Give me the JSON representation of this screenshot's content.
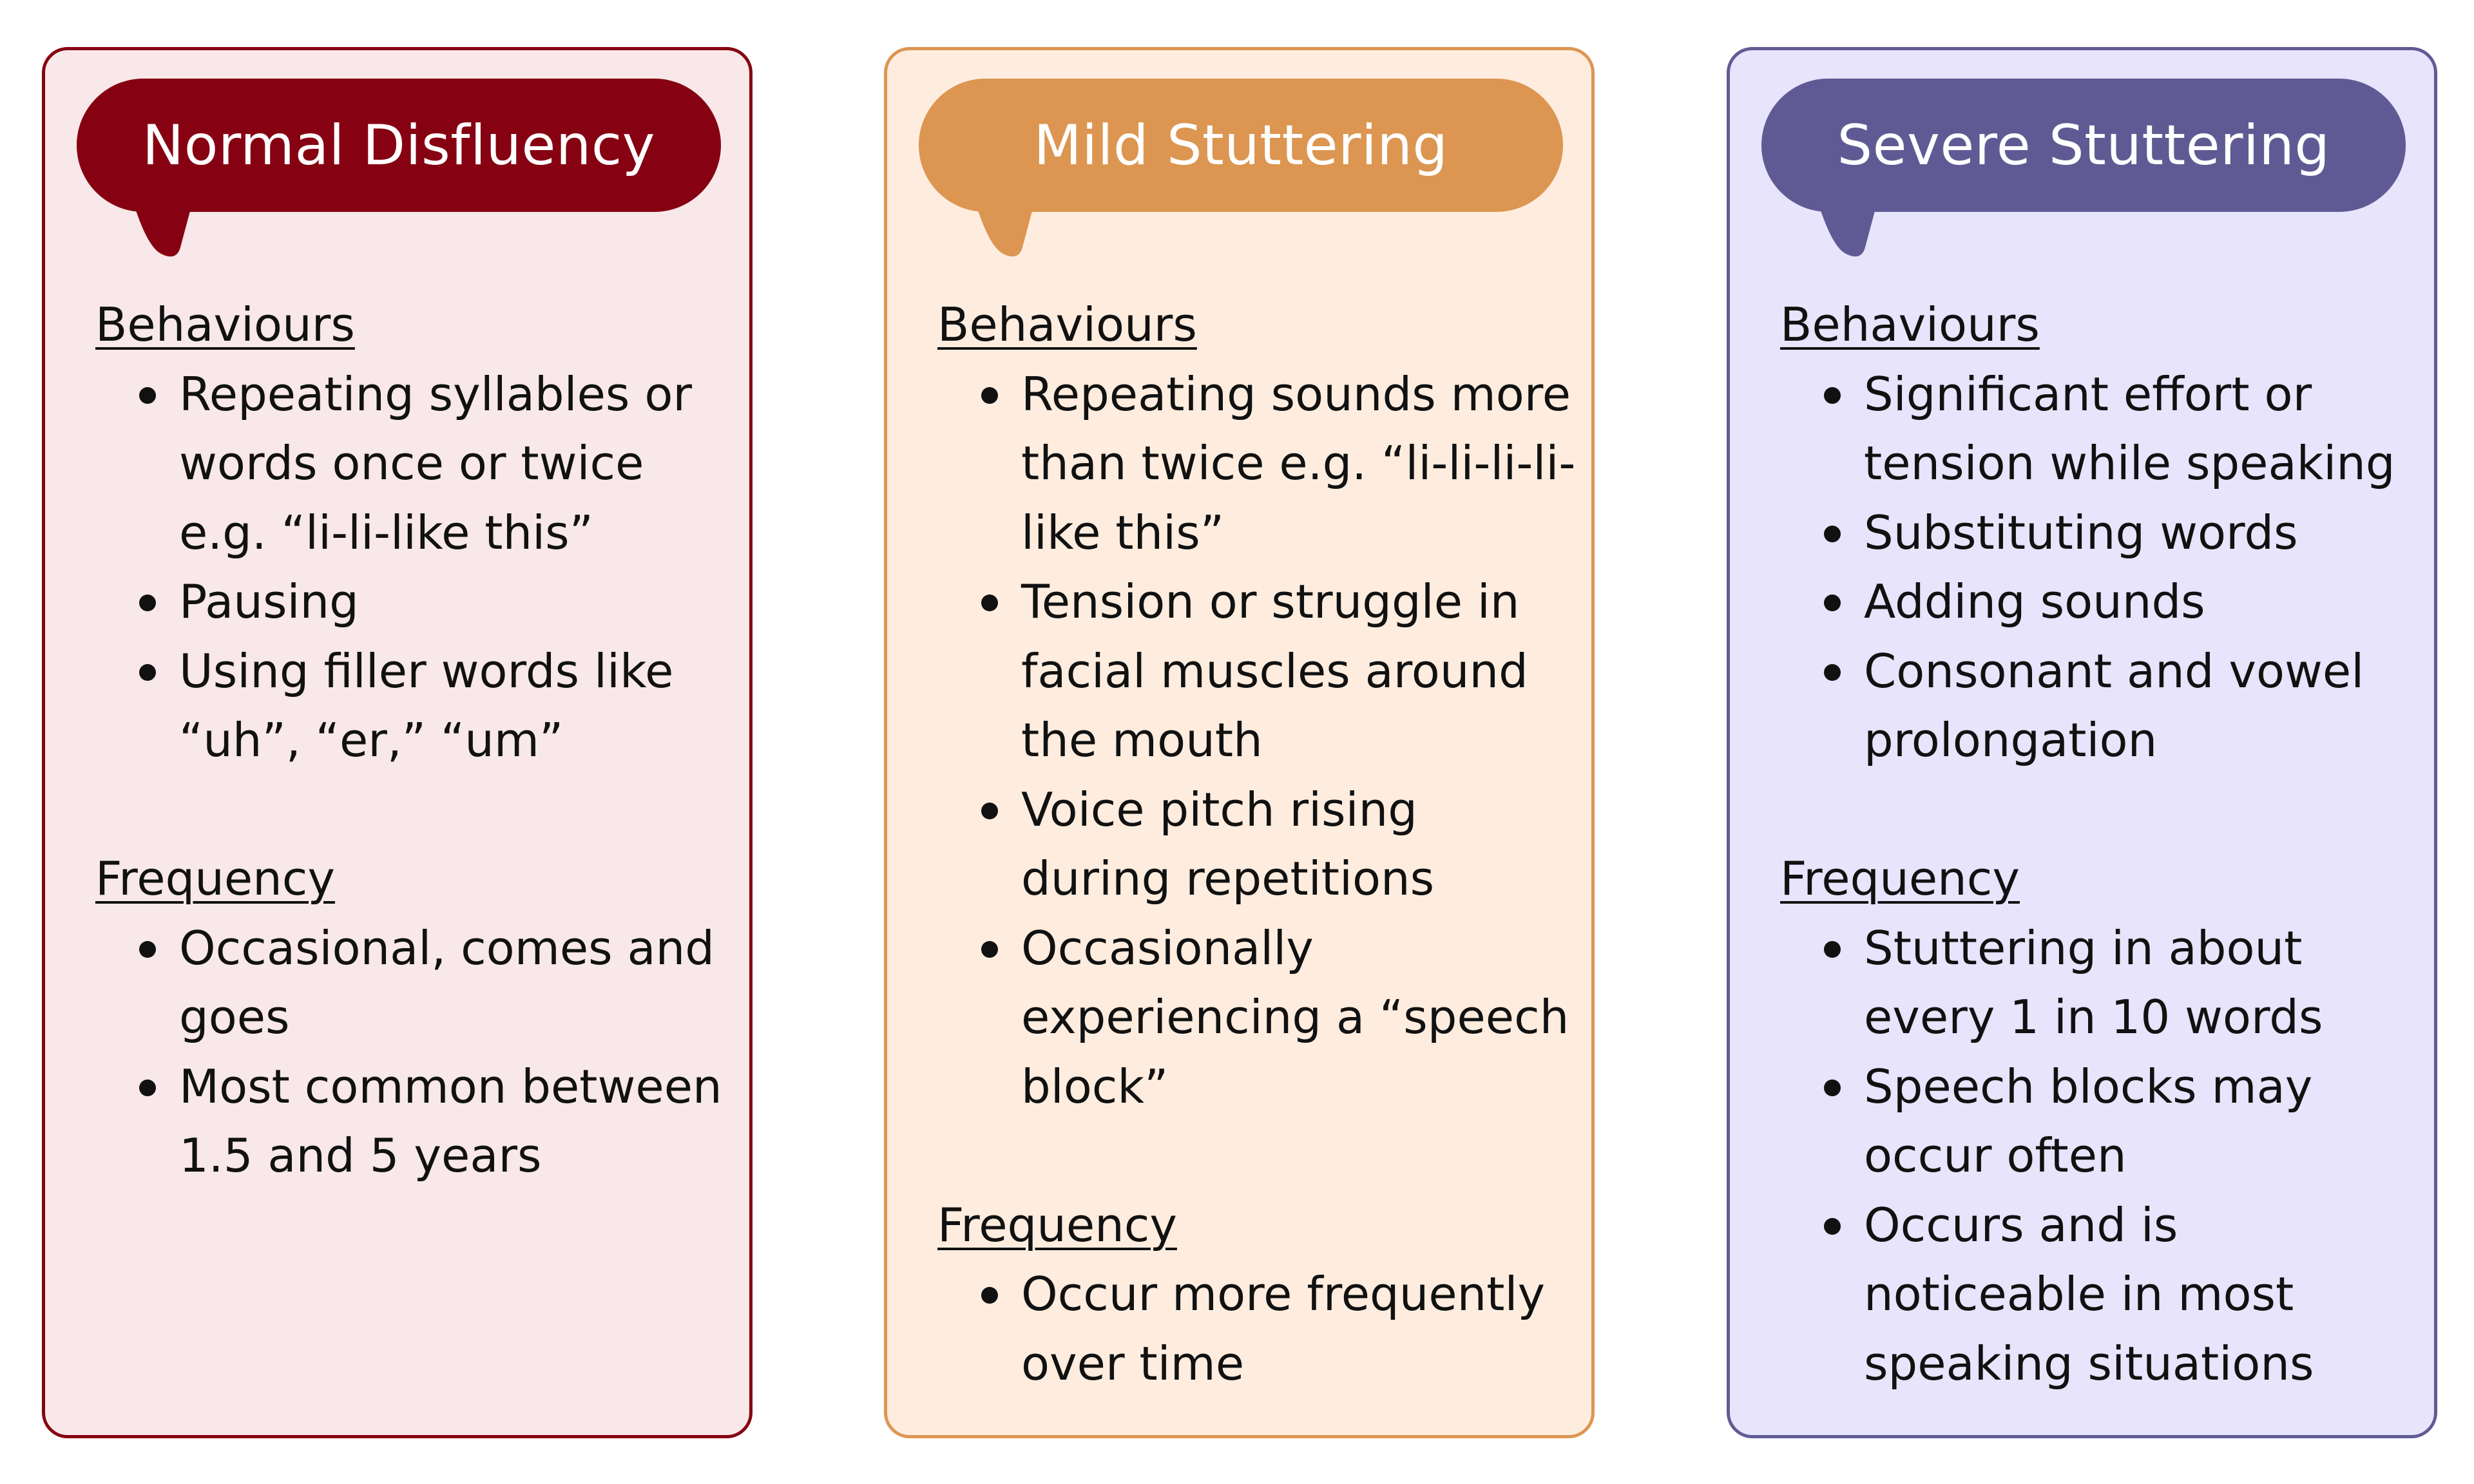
{
  "cards": [
    {
      "title": "Normal Disfluency",
      "colors": {
        "accent": "#860212",
        "background": "#f8e8e9",
        "border": "#860212"
      },
      "sections": [
        {
          "heading": "Behaviours",
          "items": [
            "Repeating syllables or words once or twice e.g. “li-li-like this”",
            "Pausing",
            "Using filler words like “uh”, “er,” “um”"
          ]
        },
        {
          "heading": "Frequency",
          "items": [
            "Occasional, comes and goes",
            "Most common between 1.5 and 5 years"
          ]
        }
      ]
    },
    {
      "title": "Mild Stuttering",
      "colors": {
        "accent": "#dc9651",
        "background": "#feeddf",
        "border": "#dc9651"
      },
      "sections": [
        {
          "heading": "Behaviours",
          "items": [
            "Repeating sounds more than twice e.g. “li-li-li-li-like this”",
            "Tension or struggle in facial muscles around the mouth",
            "Voice pitch rising during repetitions",
            "Occasionally experiencing a “speech block”"
          ]
        },
        {
          "heading": "Frequency",
          "items": [
            "Occur more frequently over time"
          ]
        }
      ]
    },
    {
      "title": "Severe Stuttering",
      "colors": {
        "accent": "#605a94",
        "background": "#e7e4fc",
        "border": "#605a94"
      },
      "sections": [
        {
          "heading": "Behaviours",
          "items": [
            "Significant effort or tension while speaking",
            "Substituting words",
            "Adding sounds",
            "Consonant and vowel prolongation"
          ]
        },
        {
          "heading": "Frequency",
          "items": [
            "Stuttering in about every 1 in 10 words",
            "Speech blocks may occur often",
            "Occurs and is noticeable in most speaking situations"
          ]
        }
      ]
    }
  ]
}
